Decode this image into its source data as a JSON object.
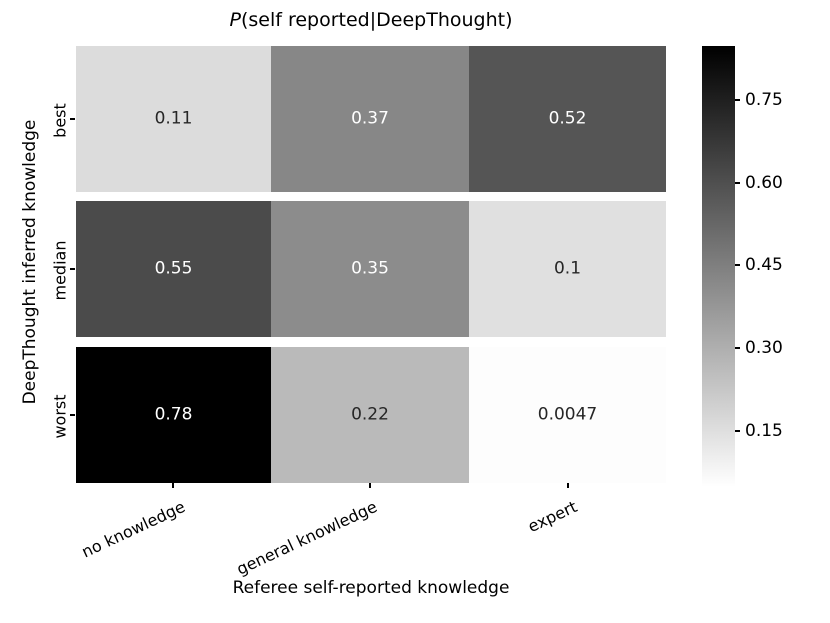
{
  "chart_data": {
    "type": "heatmap",
    "title": "P(self reported|DeepThought)",
    "title_italic_prefix": "P",
    "title_rest": "(self reported|DeepThought)",
    "xlabel": "Referee self-reported knowledge",
    "ylabel": "DeepThought inferred knowledge",
    "categories_x": [
      "no knowledge",
      "general knowledge",
      "expert"
    ],
    "categories_y": [
      "best",
      "median",
      "worst"
    ],
    "rows": [
      {
        "label": "best",
        "cells": [
          {
            "value": 0.11,
            "text": "0.11",
            "color": "#dcdcdc",
            "text_color": "#262626"
          },
          {
            "value": 0.37,
            "text": "0.37",
            "color": "#878787",
            "text_color": "#ffffff"
          },
          {
            "value": 0.52,
            "text": "0.52",
            "color": "#555555",
            "text_color": "#ffffff"
          }
        ]
      },
      {
        "label": "median",
        "cells": [
          {
            "value": 0.55,
            "text": "0.55",
            "color": "#4b4b4b",
            "text_color": "#ffffff"
          },
          {
            "value": 0.35,
            "text": "0.35",
            "color": "#8c8c8c",
            "text_color": "#ffffff"
          },
          {
            "value": 0.1,
            "text": "0.1",
            "color": "#e0e0e0",
            "text_color": "#262626"
          }
        ]
      },
      {
        "label": "worst",
        "cells": [
          {
            "value": 0.78,
            "text": "0.78",
            "color": "#000000",
            "text_color": "#ffffff"
          },
          {
            "value": 0.22,
            "text": "0.22",
            "color": "#bababa",
            "text_color": "#262626"
          },
          {
            "value": 0.0047,
            "text": "0.0047",
            "color": "#fdfdfd",
            "text_color": "#262626"
          }
        ]
      }
    ],
    "colormap": "Greys",
    "colorbar": {
      "ticks": [
        "0.75",
        "0.60",
        "0.45",
        "0.30",
        "0.15"
      ],
      "tick_values": [
        0.75,
        0.6,
        0.45,
        0.3,
        0.15
      ],
      "vmin": 0.0,
      "vmax": 0.8,
      "orientation": "vertical",
      "top_color": "#000000",
      "bottom_color": "#ffffff"
    },
    "grid": false,
    "legend": "none"
  }
}
